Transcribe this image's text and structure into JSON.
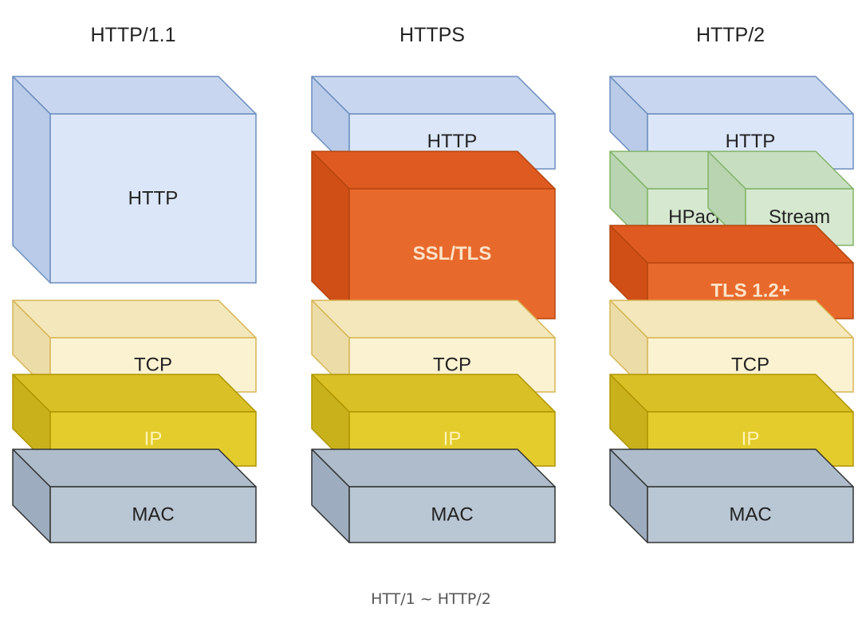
{
  "columns": [
    {
      "title": "HTTP/1.1",
      "layers": [
        {
          "id": "http",
          "label": "HTTP",
          "face": "#dbe7f8",
          "top": "#c8d7ef",
          "side": "#b9cbe8",
          "edge": "#6c8ebf",
          "text": "#222222"
        },
        {
          "id": "tcp",
          "label": "TCP",
          "face": "#fbf2d2",
          "top": "#f4e7bb",
          "side": "#ecdca7",
          "edge": "#d6b656",
          "text": "#222222"
        },
        {
          "id": "ip",
          "label": "IP",
          "face": "#e3cc2c",
          "top": "#d9c026",
          "side": "#c9b11c",
          "edge": "#b09500",
          "text": "#fff3b8"
        },
        {
          "id": "mac",
          "label": "MAC",
          "face": "#b9c6d3",
          "top": "#aebccb",
          "side": "#9dadbf",
          "edge": "#333333",
          "text": "#222222"
        }
      ]
    },
    {
      "title": "HTTPS",
      "layers": [
        {
          "id": "http",
          "label": "HTTP",
          "face": "#dbe7f8",
          "top": "#c8d7ef",
          "side": "#b9cbe8",
          "edge": "#6c8ebf",
          "text": "#222222"
        },
        {
          "id": "ssl-tls",
          "label": "SSL/TLS",
          "face": "#e8692c",
          "top": "#de5a20",
          "side": "#cf4f16",
          "edge": "#b5460f",
          "text": "#fbe3c8"
        },
        {
          "id": "tcp",
          "label": "TCP",
          "face": "#fbf2d2",
          "top": "#f4e7bb",
          "side": "#ecdca7",
          "edge": "#d6b656",
          "text": "#222222"
        },
        {
          "id": "ip",
          "label": "IP",
          "face": "#e3cc2c",
          "top": "#d9c026",
          "side": "#c9b11c",
          "edge": "#b09500",
          "text": "#fff3b8"
        },
        {
          "id": "mac",
          "label": "MAC",
          "face": "#b9c6d3",
          "top": "#aebccb",
          "side": "#9dadbf",
          "edge": "#333333",
          "text": "#222222"
        }
      ]
    },
    {
      "title": "HTTP/2",
      "layers": [
        {
          "id": "http",
          "label": "HTTP",
          "face": "#dbe7f8",
          "top": "#c8d7ef",
          "side": "#b9cbe8",
          "edge": "#6c8ebf",
          "text": "#222222"
        },
        {
          "id": "hpack",
          "label": "HPack",
          "face": "#d6e8d0",
          "top": "#c7dfc0",
          "side": "#b8d4b0",
          "edge": "#82b366",
          "text": "#222222"
        },
        {
          "id": "stream",
          "label": "Stream",
          "face": "#d6e8d0",
          "top": "#c7dfc0",
          "side": "#b8d4b0",
          "edge": "#82b366",
          "text": "#222222"
        },
        {
          "id": "tls",
          "label": "TLS 1.2+",
          "face": "#e8692c",
          "top": "#de5a20",
          "side": "#cf4f16",
          "edge": "#b5460f",
          "text": "#fbe3c8"
        },
        {
          "id": "tcp",
          "label": "TCP",
          "face": "#fbf2d2",
          "top": "#f4e7bb",
          "side": "#ecdca7",
          "edge": "#d6b656",
          "text": "#222222"
        },
        {
          "id": "ip",
          "label": "IP",
          "face": "#e3cc2c",
          "top": "#d9c026",
          "side": "#c9b11c",
          "edge": "#b09500",
          "text": "#fff3b8"
        },
        {
          "id": "mac",
          "label": "MAC",
          "face": "#b9c6d3",
          "top": "#aebccb",
          "side": "#9dadbf",
          "edge": "#333333",
          "text": "#222222"
        }
      ]
    }
  ],
  "caption": "HTT/1 ~ HTTP/2"
}
